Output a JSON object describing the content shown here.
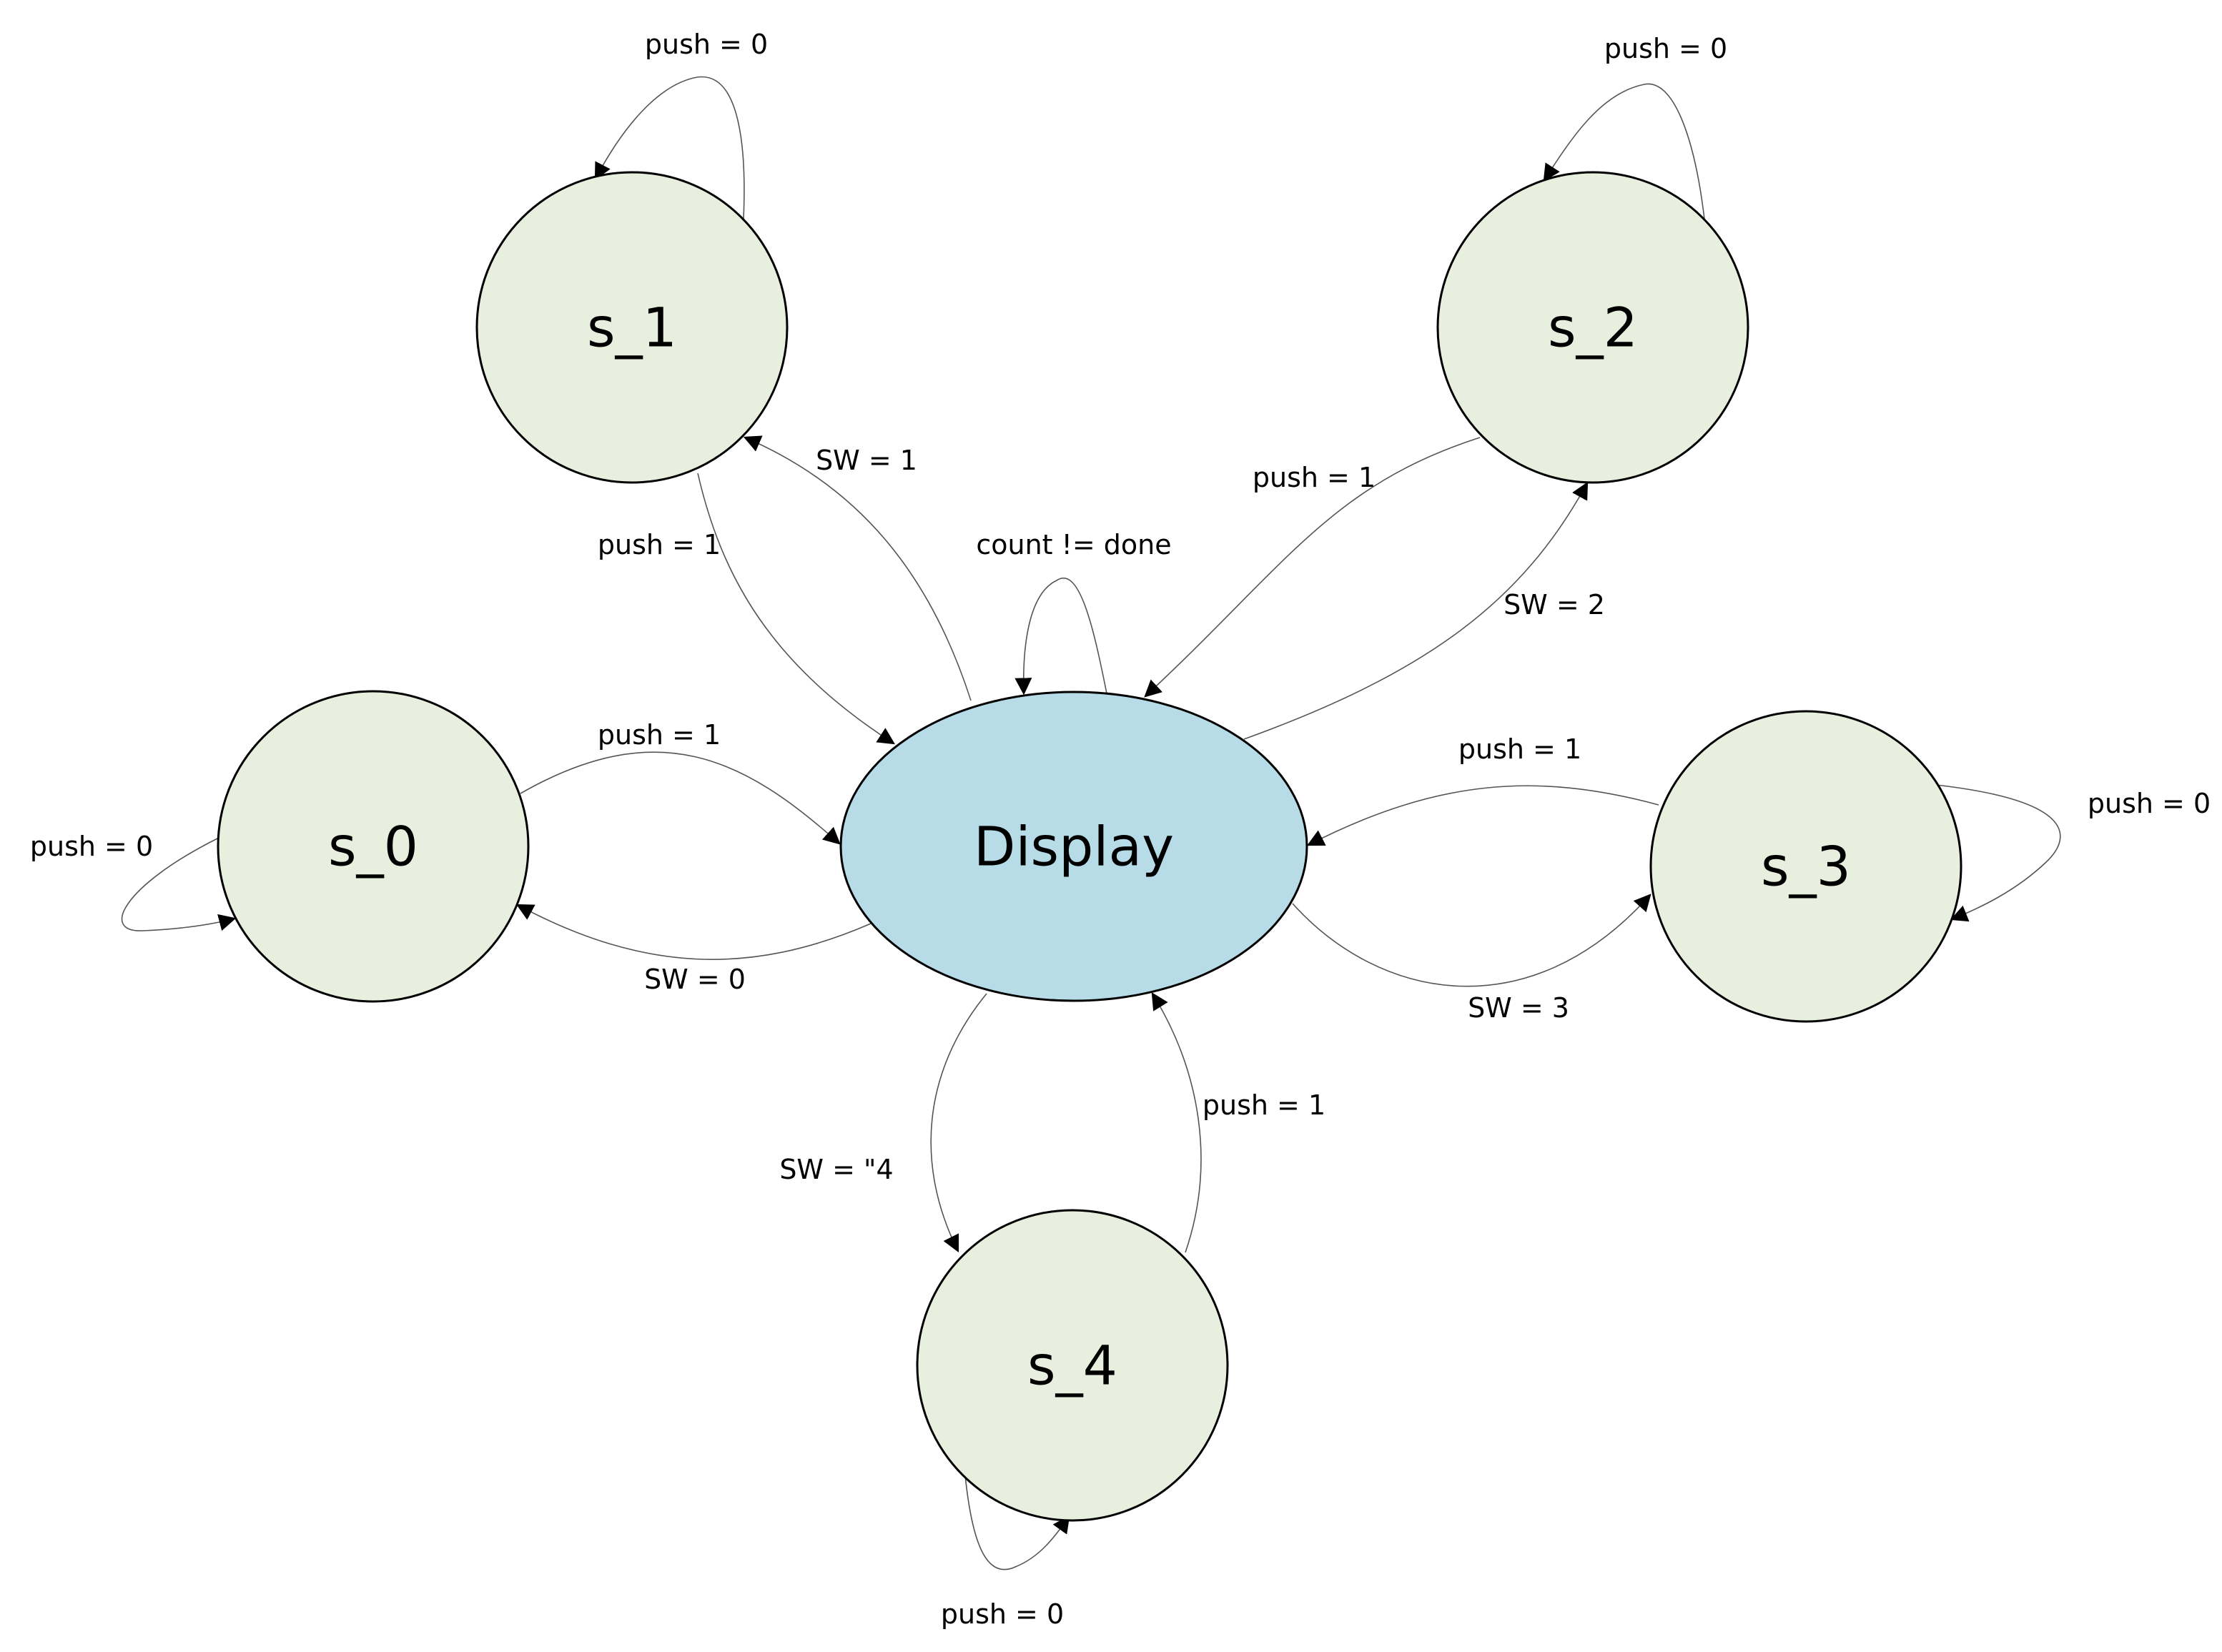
{
  "diagram": {
    "type": "state-machine",
    "colors": {
      "state_fill": "#e8efdf",
      "display_fill": "#b7dce7",
      "outline": "#000000",
      "edge": "#555555"
    },
    "nodes": {
      "s_0": "s_0",
      "s_1": "s_1",
      "s_2": "s_2",
      "s_3": "s_3",
      "s_4": "s_4",
      "display": "Display"
    },
    "edges": {
      "s0_self": "push = 0",
      "s0_to_display": "push = 1",
      "display_to_s0": "SW = 0",
      "s1_self": "push = 0",
      "s1_to_display": "push = 1",
      "display_to_s1": "SW = 1",
      "s2_self": "push = 0",
      "s2_to_display": "push = 1",
      "display_to_s2": "SW = 2",
      "s3_self": "push = 0",
      "s3_to_display": "push = 1",
      "display_to_s3": "SW = 3",
      "s4_self": "push = 0",
      "s4_to_display": "push = 1",
      "display_to_s4": "SW = \"4",
      "display_self": "count != done"
    }
  }
}
